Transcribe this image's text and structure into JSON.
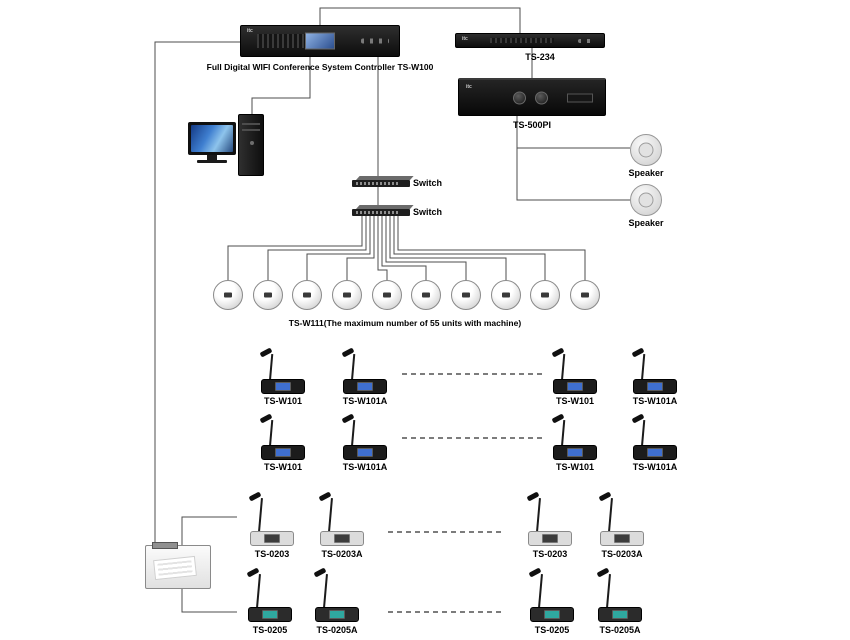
{
  "brand": "itc",
  "labels": {
    "controller": "Full Digital WIFI Conference System Controller TS-W100",
    "ts234": "TS-234",
    "ts500pi": "TS-500PI",
    "speaker_top": "Speaker",
    "speaker_bottom": "Speaker",
    "switch_top": "Switch",
    "switch_bottom": "Switch",
    "tsw111": "TS-W111(The maximum number of 55 units with machine)"
  },
  "mic_rows": {
    "w101_row1": [
      "TS-W101",
      "TS-W101A",
      "TS-W101",
      "TS-W101A"
    ],
    "w101_row2": [
      "TS-W101",
      "TS-W101A",
      "TS-W101",
      "TS-W101A"
    ],
    "row_0203": [
      "TS-0203",
      "TS-0203A",
      "TS-0203",
      "TS-0203A"
    ],
    "row_0205": [
      "TS-0205",
      "TS-0205A",
      "TS-0205",
      "TS-0205A"
    ]
  }
}
